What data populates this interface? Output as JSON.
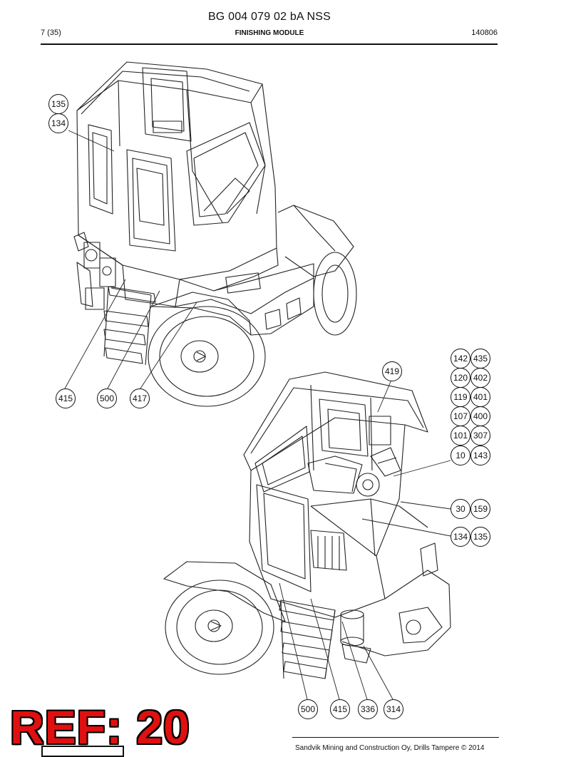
{
  "header": {
    "doc_number": "BG 004 079 02 bA NSS",
    "page": "7 (35)",
    "section": "FINISHING MODULE",
    "date_code": "140806"
  },
  "callouts": {
    "c135a": "135",
    "c134a": "134",
    "c415a": "415",
    "c500a": "500",
    "c417": "417",
    "c419": "419",
    "c142": "142",
    "c435": "435",
    "c120": "120",
    "c402": "402",
    "c119": "119",
    "c401": "401",
    "c107": "107",
    "c400": "400",
    "c101": "101",
    "c307": "307",
    "c10": "10",
    "c143": "143",
    "c30": "30",
    "c159": "159",
    "c134b": "134",
    "c135b": "135",
    "c500b": "500",
    "c415b": "415",
    "c336": "336",
    "c314": "314"
  },
  "stamp": {
    "text": "REF: 20"
  },
  "footer": {
    "copyright": "Sandvik Mining and Construction Oy, Drills Tampere © 2014"
  }
}
